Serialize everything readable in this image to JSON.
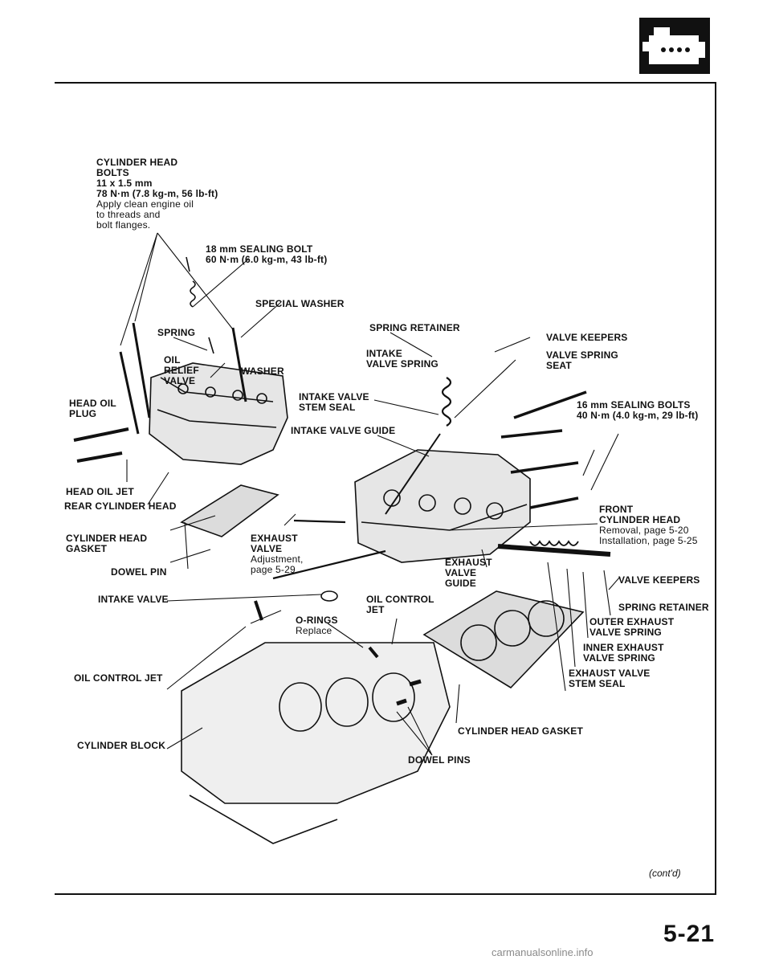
{
  "labels": {
    "cylinder_head_bolts": {
      "title": [
        "CYLINDER HEAD",
        "BOLTS"
      ],
      "size": "11 x 1.5 mm",
      "torque": "78 N·m (7.8 kg-m, 56 lb-ft)",
      "note": [
        "Apply clean engine oil",
        "to threads and",
        "bolt flanges."
      ]
    },
    "sealing_bolt_18": {
      "title": "18 mm SEALING BOLT",
      "torque": "60 N·m (6.0 kg-m, 43 lb-ft)"
    },
    "special_washer": "SPECIAL WASHER",
    "spring": "SPRING",
    "oil_relief_valve": [
      "OIL",
      "RELIEF",
      "VALVE"
    ],
    "washer": "WASHER",
    "head_oil_plug": [
      "HEAD OIL",
      "PLUG"
    ],
    "head_oil_jet": "HEAD OIL JET",
    "rear_cylinder_head": "REAR CYLINDER HEAD",
    "spring_retainer_top": "SPRING RETAINER",
    "valve_keepers_top": "VALVE KEEPERS",
    "intake_valve_spring": [
      "INTAKE",
      "VALVE SPRING"
    ],
    "valve_spring_seat": [
      "VALVE SPRING",
      "SEAT"
    ],
    "intake_valve_stem_seal": [
      "INTAKE VALVE",
      "STEM SEAL"
    ],
    "sealing_bolts_16": {
      "title": "16 mm SEALING BOLTS",
      "torque": "40 N·m (4.0 kg-m, 29 lb-ft)"
    },
    "intake_valve_guide": "INTAKE VALVE GUIDE",
    "front_cylinder_head": {
      "title": [
        "FRONT",
        "CYLINDER HEAD"
      ],
      "removal": "Removal, page 5-20",
      "installation": "Installation, page 5-25"
    },
    "cylinder_head_gasket_left": [
      "CYLINDER HEAD",
      "GASKET"
    ],
    "exhaust_valve": {
      "title": [
        "EXHAUST",
        "VALVE"
      ],
      "note": [
        "Adjustment,",
        "page 5-29"
      ]
    },
    "dowel_pin": "DOWEL PIN",
    "exhaust_valve_guide": [
      "EXHAUST",
      "VALVE",
      "GUIDE"
    ],
    "valve_keepers_bottom": "VALVE KEEPERS",
    "intake_valve": "INTAKE VALVE",
    "oil_control_jet_center": [
      "OIL CONTROL",
      "JET"
    ],
    "spring_retainer_bottom": "SPRING RETAINER",
    "o_rings": {
      "title": "O-RINGS",
      "note": "Replace"
    },
    "outer_exhaust_valve_spring": [
      "OUTER EXHAUST",
      "VALVE SPRING"
    ],
    "inner_exhaust_valve_spring": [
      "INNER EXHAUST",
      "VALVE SPRING"
    ],
    "oil_control_jet_left": "OIL CONTROL JET",
    "exhaust_valve_stem_seal": [
      "EXHAUST VALVE",
      "STEM SEAL"
    ],
    "cylinder_head_gasket_bottom": "CYLINDER HEAD GASKET",
    "cylinder_block": "CYLINDER BLOCK",
    "dowel_pins": "DOWEL PINS"
  },
  "footer": {
    "cont": "(cont'd)",
    "page_number": "5-21",
    "watermark": "carmanualsonline.info"
  },
  "icons": {
    "section_tab": "engine-icon"
  }
}
